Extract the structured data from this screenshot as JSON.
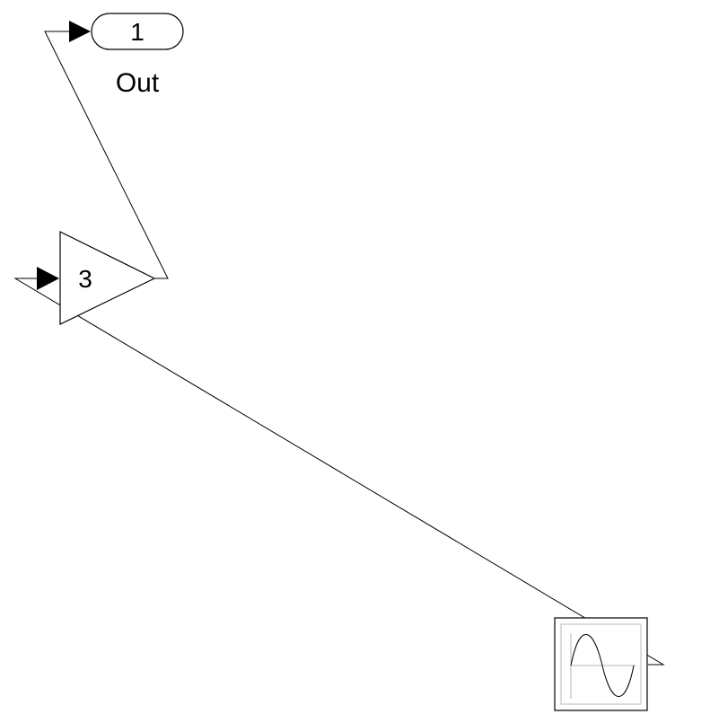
{
  "diagram": {
    "outport": {
      "number": "1",
      "name": "Out"
    },
    "gain": {
      "value": "3"
    },
    "sine_wave": {
      "icon": "sine-wave-icon"
    }
  },
  "colors": {
    "background": "#ffffff",
    "stroke": "#000000"
  }
}
